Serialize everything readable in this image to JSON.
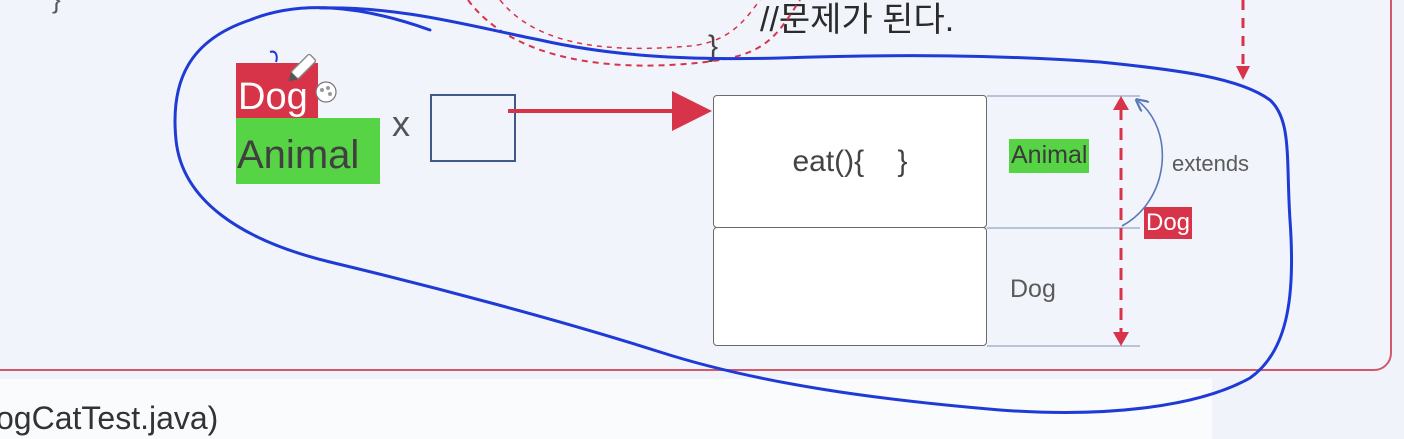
{
  "code": {
    "brace_top": "}",
    "comment": "//문제가 된다.",
    "brace_close": "}"
  },
  "handwritten": {
    "dog": "Dog",
    "animal": "Animal"
  },
  "cross": "x",
  "memory": {
    "top_cell": "eat(){    }",
    "bottom_cell": ""
  },
  "labels": {
    "animal": "Animal",
    "dog": "Dog",
    "extends": "extends",
    "dog_tag": "Dog"
  },
  "footer": {
    "filename": "ogCatTest.java)"
  },
  "colors": {
    "accent_red": "#d7344a",
    "highlight_green": "#56d446",
    "pen_blue": "#1f3bd6"
  }
}
